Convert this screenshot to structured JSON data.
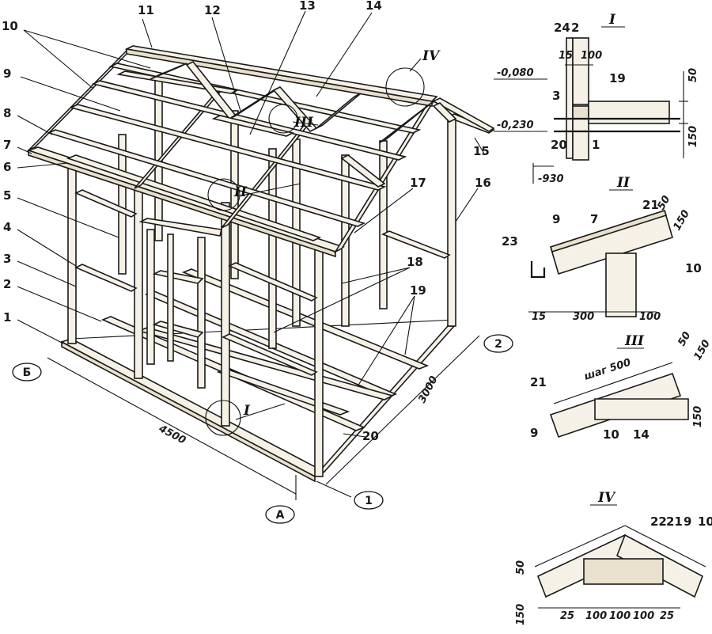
{
  "callouts": {
    "n1": "1",
    "n2": "2",
    "n3": "3",
    "n4": "4",
    "n5": "5",
    "n6": "6",
    "n7": "7",
    "n8": "8",
    "n9": "9",
    "n10": "10",
    "n11": "11",
    "n12": "12",
    "n13": "13",
    "n14": "14",
    "n15": "15",
    "n16": "16",
    "n17": "17",
    "n18": "18",
    "n19": "19",
    "n20": "20"
  },
  "axes": {
    "a": "А",
    "b": "Б",
    "one": "1",
    "two": "2"
  },
  "main_dims": {
    "length": "4500",
    "width": "3000"
  },
  "detail_marks": {
    "I": "I",
    "II": "II",
    "III": "III",
    "IV": "IV"
  },
  "detail_I": {
    "labels": [
      "24",
      "2",
      "19",
      "3",
      "20",
      "1"
    ],
    "dims": [
      "15",
      "100",
      "50",
      "150"
    ],
    "levels": [
      "-0,080",
      "-0,230",
      "-930"
    ]
  },
  "detail_II": {
    "labels": [
      "21",
      "9",
      "7",
      "10",
      "23"
    ],
    "dims": [
      "50",
      "150",
      "15",
      "300",
      "100"
    ]
  },
  "detail_III": {
    "labels": [
      "21",
      "9",
      "10",
      "14"
    ],
    "dims": [
      "50",
      "150",
      "150"
    ],
    "step": "шаг 500"
  },
  "detail_IV": {
    "labels": [
      "22",
      "21",
      "9",
      "10"
    ],
    "dims": [
      "50",
      "150",
      "25",
      "100",
      "100",
      "100",
      "25"
    ]
  }
}
